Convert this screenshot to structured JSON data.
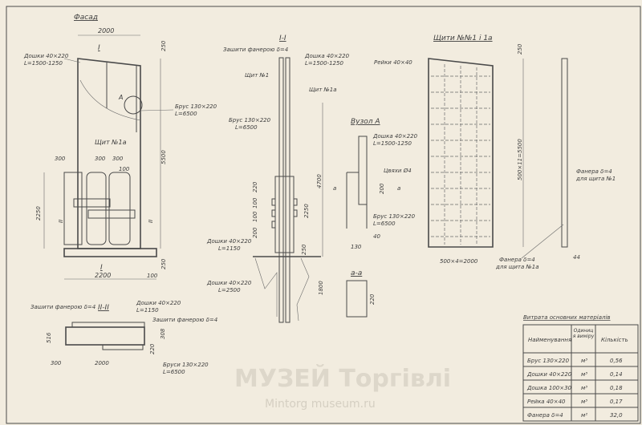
{
  "facade": {
    "title": "Фасад",
    "dim_width": "2000",
    "dim_top": "250",
    "dim_height": "5500",
    "dim_base": "2250",
    "dim_bottom_width": "2200",
    "dim_100": "100",
    "dim_250b": "250",
    "dim_300a": "300",
    "dim_300b": "300",
    "dim_300c": "300",
    "dim_100b": "100",
    "section_mark": "I",
    "section_mark2": "II",
    "boards_label": "Дошки 40×220",
    "boards_length": "L=1500-1250",
    "beam_label": "Брус 130×220",
    "beam_length": "L=6500",
    "node_label": "A",
    "shield_label": "Щит №1а"
  },
  "section_1": {
    "title": "I-I",
    "plywood": "Зашити фанерою δ=4",
    "board": "Дошка 40×220",
    "board_length": "L=1500-1250",
    "shield1": "Щит №1",
    "shield1a": "Щит №1а",
    "beam": "Брус 130×220",
    "beam_length": "L=6500",
    "dims": [
      "220",
      "100",
      "100",
      "200"
    ],
    "dim_4700": "4700",
    "dim_2250": "2250",
    "dim_250": "250",
    "dim_1800": "1800",
    "boards_a": "Дошки 40×220",
    "boards_a_length": "L=1150",
    "boards_b": "Дошки 40×220",
    "boards_b_length": "L=2500"
  },
  "node_a": {
    "title": "Вузол А",
    "board": "Дошка 40×220",
    "board_length": "L=1500-1250",
    "nails": "Цвяхи Ø4",
    "dim_200": "200",
    "cut_a": "a",
    "beam": "Брус 130×220",
    "beam_length": "L=6500",
    "dim_40": "40",
    "dim_130": "130"
  },
  "section_aa": {
    "title": "a-a",
    "dim_220": "220"
  },
  "shields": {
    "title": "Щити №№1 і 1а",
    "rails": "Рейки 40×40",
    "dim_250": "250",
    "dim_height": "500×11=5500",
    "dim_width": "500×4=2000",
    "plywood_1": "Фанера δ=4",
    "plywood_1_for": "для щита №1",
    "plywood_1a": "Фанера δ=4",
    "plywood_1a_for": "для щита №1а",
    "dim_44": "44"
  },
  "section_2": {
    "title": "II-II",
    "plywood_left": "Зашити фанерою δ=4",
    "boards": "Дошки 40×220",
    "boards_length": "L=1150",
    "plywood_right": "Зашити фанерою δ=4",
    "dim_516": "516",
    "dim_308": "308",
    "dim_220": "220",
    "dim_300": "300",
    "dim_2000": "2000",
    "beams": "Бруси 130×220",
    "beams_length": "L=6500"
  },
  "materials_table": {
    "title": "Витрата основних матеріалів",
    "headers": [
      "Найменування",
      "Одиниця виміру",
      "Кількість"
    ],
    "rows": [
      [
        "Брус 130×220",
        "м³",
        "0,56"
      ],
      [
        "Дошки 40×220",
        "м³",
        "0,14"
      ],
      [
        "Дошка 100×30",
        "м³",
        "0,18"
      ],
      [
        "Рейка 40×40",
        "м³",
        "0,17"
      ],
      [
        "Фанера δ=4",
        "м²",
        "32,0"
      ]
    ]
  },
  "watermark": {
    "line1": "МУЗЕЙ Торгівлі",
    "line2": "Mintorg museum.ru"
  }
}
